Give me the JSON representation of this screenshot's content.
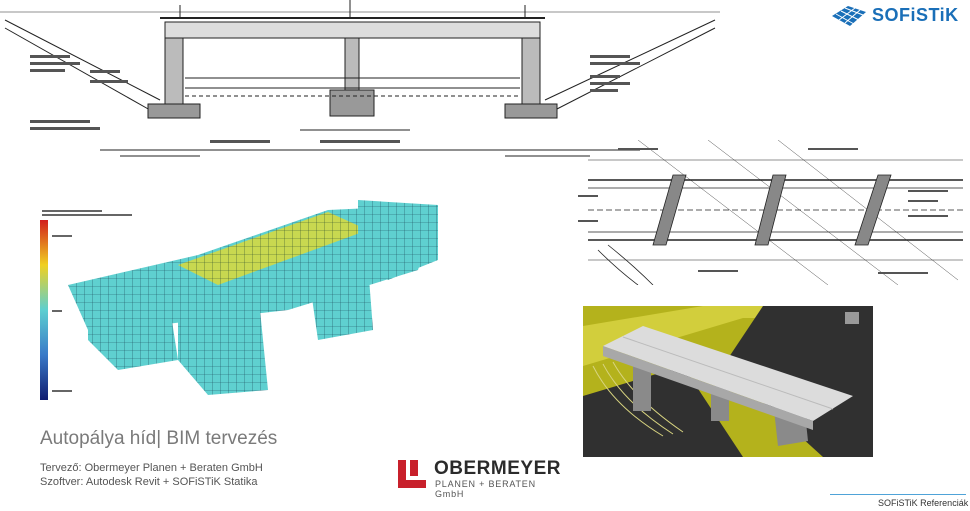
{
  "brand": {
    "sofistik_logo_text": "SOFiSTiK",
    "obermeyer_name": "OBERMEYER",
    "obermeyer_subtitle": "PLANEN + BERATEN GmbH"
  },
  "slide": {
    "title": "Autopálya híd| BIM tervezés",
    "designer": "Tervező: Obermeyer Planen + Beraten GmbH",
    "software": "Szoftver: Autodesk Revit  + SOFiSTiK Statika"
  },
  "footer": {
    "label": "SOFiSTiK Referenciák"
  },
  "colors": {
    "accent_blue": "#1a6fb8",
    "obermeyer_red": "#c8202b",
    "footer_line": "#4fa3d8",
    "title_gray": "#7a7a7a"
  }
}
